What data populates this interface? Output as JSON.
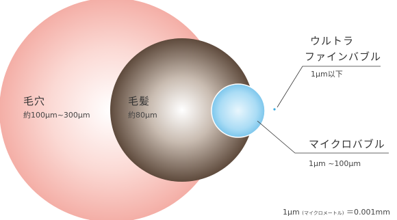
{
  "labels": {
    "pore": {
      "name": "毛穴",
      "size": "約100μm~300μm"
    },
    "hair": {
      "name": "毛髪",
      "size": "約80μm"
    },
    "ultrafine": {
      "name_line1": "ウルトラ",
      "name_line2": "ファインバブル",
      "size": "1μm以下"
    },
    "micro": {
      "name": "マイクロバブル",
      "size": "1μm ~100μm"
    },
    "note": {
      "main": "1μm",
      "paren": "(マイクロメートル)",
      "value": "＝0.001mm"
    }
  },
  "colors": {
    "pore": "#f6b5ad",
    "hair": "#7a6656",
    "micro": "#9fd6f3",
    "ultrafine_dot": "#3aa9df",
    "leader": "#333333"
  }
}
